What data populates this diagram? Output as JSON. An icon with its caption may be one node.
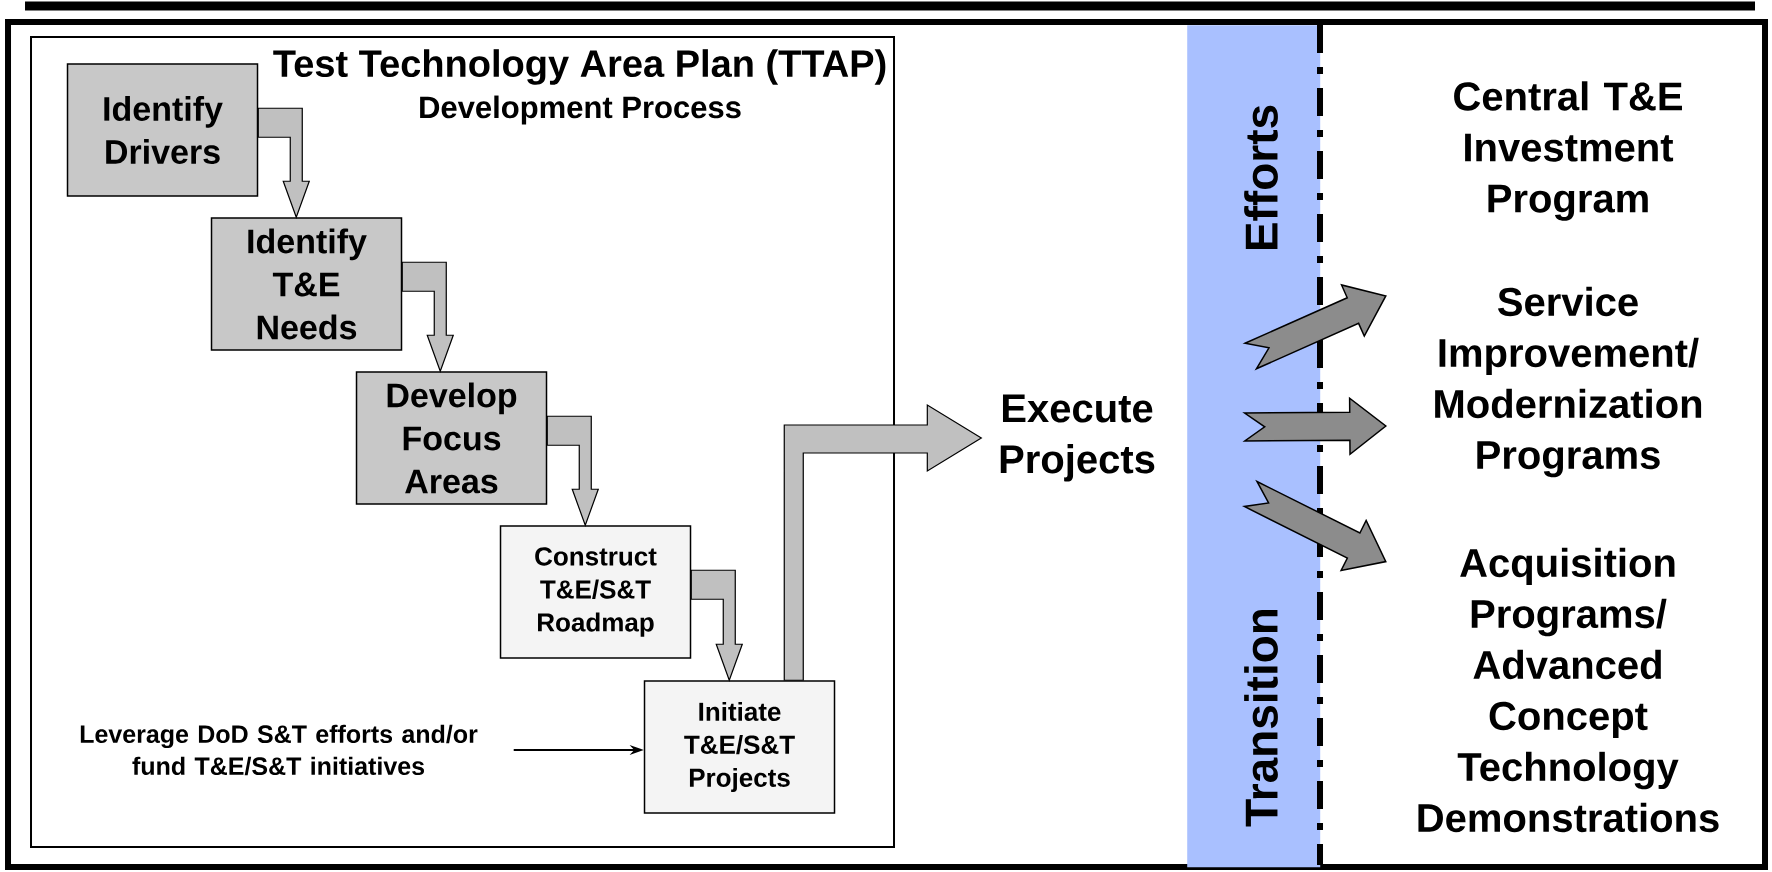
{
  "diagram": {
    "nodes": [
      {
        "text": [
          "Test Technology Area Plan (TTAP)",
          "Development Process"
        ]
      },
      {
        "text": [
          "Identify Drivers"
        ],
        "in": 0
      },
      {
        "text": [
          "Identify T&E Needs"
        ],
        "in": 0
      },
      {
        "text": [
          "Develop Focus Areas"
        ],
        "in": 0
      },
      {
        "text": [
          "Construct T&E/S&T Roadmap"
        ],
        "in": 0
      },
      {
        "text": [
          "Initiate T&E/S&T Projects"
        ],
        "in": 0
      },
      {
        "text": [
          "Leverage DoD S&T efforts and/or fund T&E/S&T initiatives"
        ],
        "in": 0
      },
      {
        "text": [
          "Execute Projects"
        ]
      },
      {
        "text": [
          "Efforts",
          "Transition"
        ]
      },
      {
        "text": [
          "Central T&E Investment Program"
        ]
      },
      {
        "text": [
          "Service Improvement/ Modernization Programs"
        ]
      },
      {
        "text": [
          "Acquisition Programs/ Advanced Concept Technology Demonstrations"
        ]
      }
    ],
    "edges": [
      {
        "from": 1,
        "to": 2,
        "arrow": "to",
        "style": "thick"
      },
      {
        "from": 2,
        "to": 3,
        "arrow": "to",
        "style": "thick"
      },
      {
        "from": 3,
        "to": 4,
        "arrow": "to",
        "style": "thick"
      },
      {
        "from": 4,
        "to": 5,
        "arrow": "to",
        "style": "thick"
      },
      {
        "from": 6,
        "to": 5,
        "arrow": "to"
      },
      {
        "from": 5,
        "to": 7,
        "arrow": "to",
        "style": "thick"
      },
      {
        "from": 7,
        "to": 9,
        "arrow": "to",
        "style": "thick",
        "color": "#8c8c8c"
      },
      {
        "from": 7,
        "to": 10,
        "arrow": "to",
        "style": "thick",
        "color": "#8c8c8c"
      },
      {
        "from": 7,
        "to": 11,
        "arrow": "to",
        "style": "thick",
        "color": "#8c8c8c"
      }
    ]
  }
}
